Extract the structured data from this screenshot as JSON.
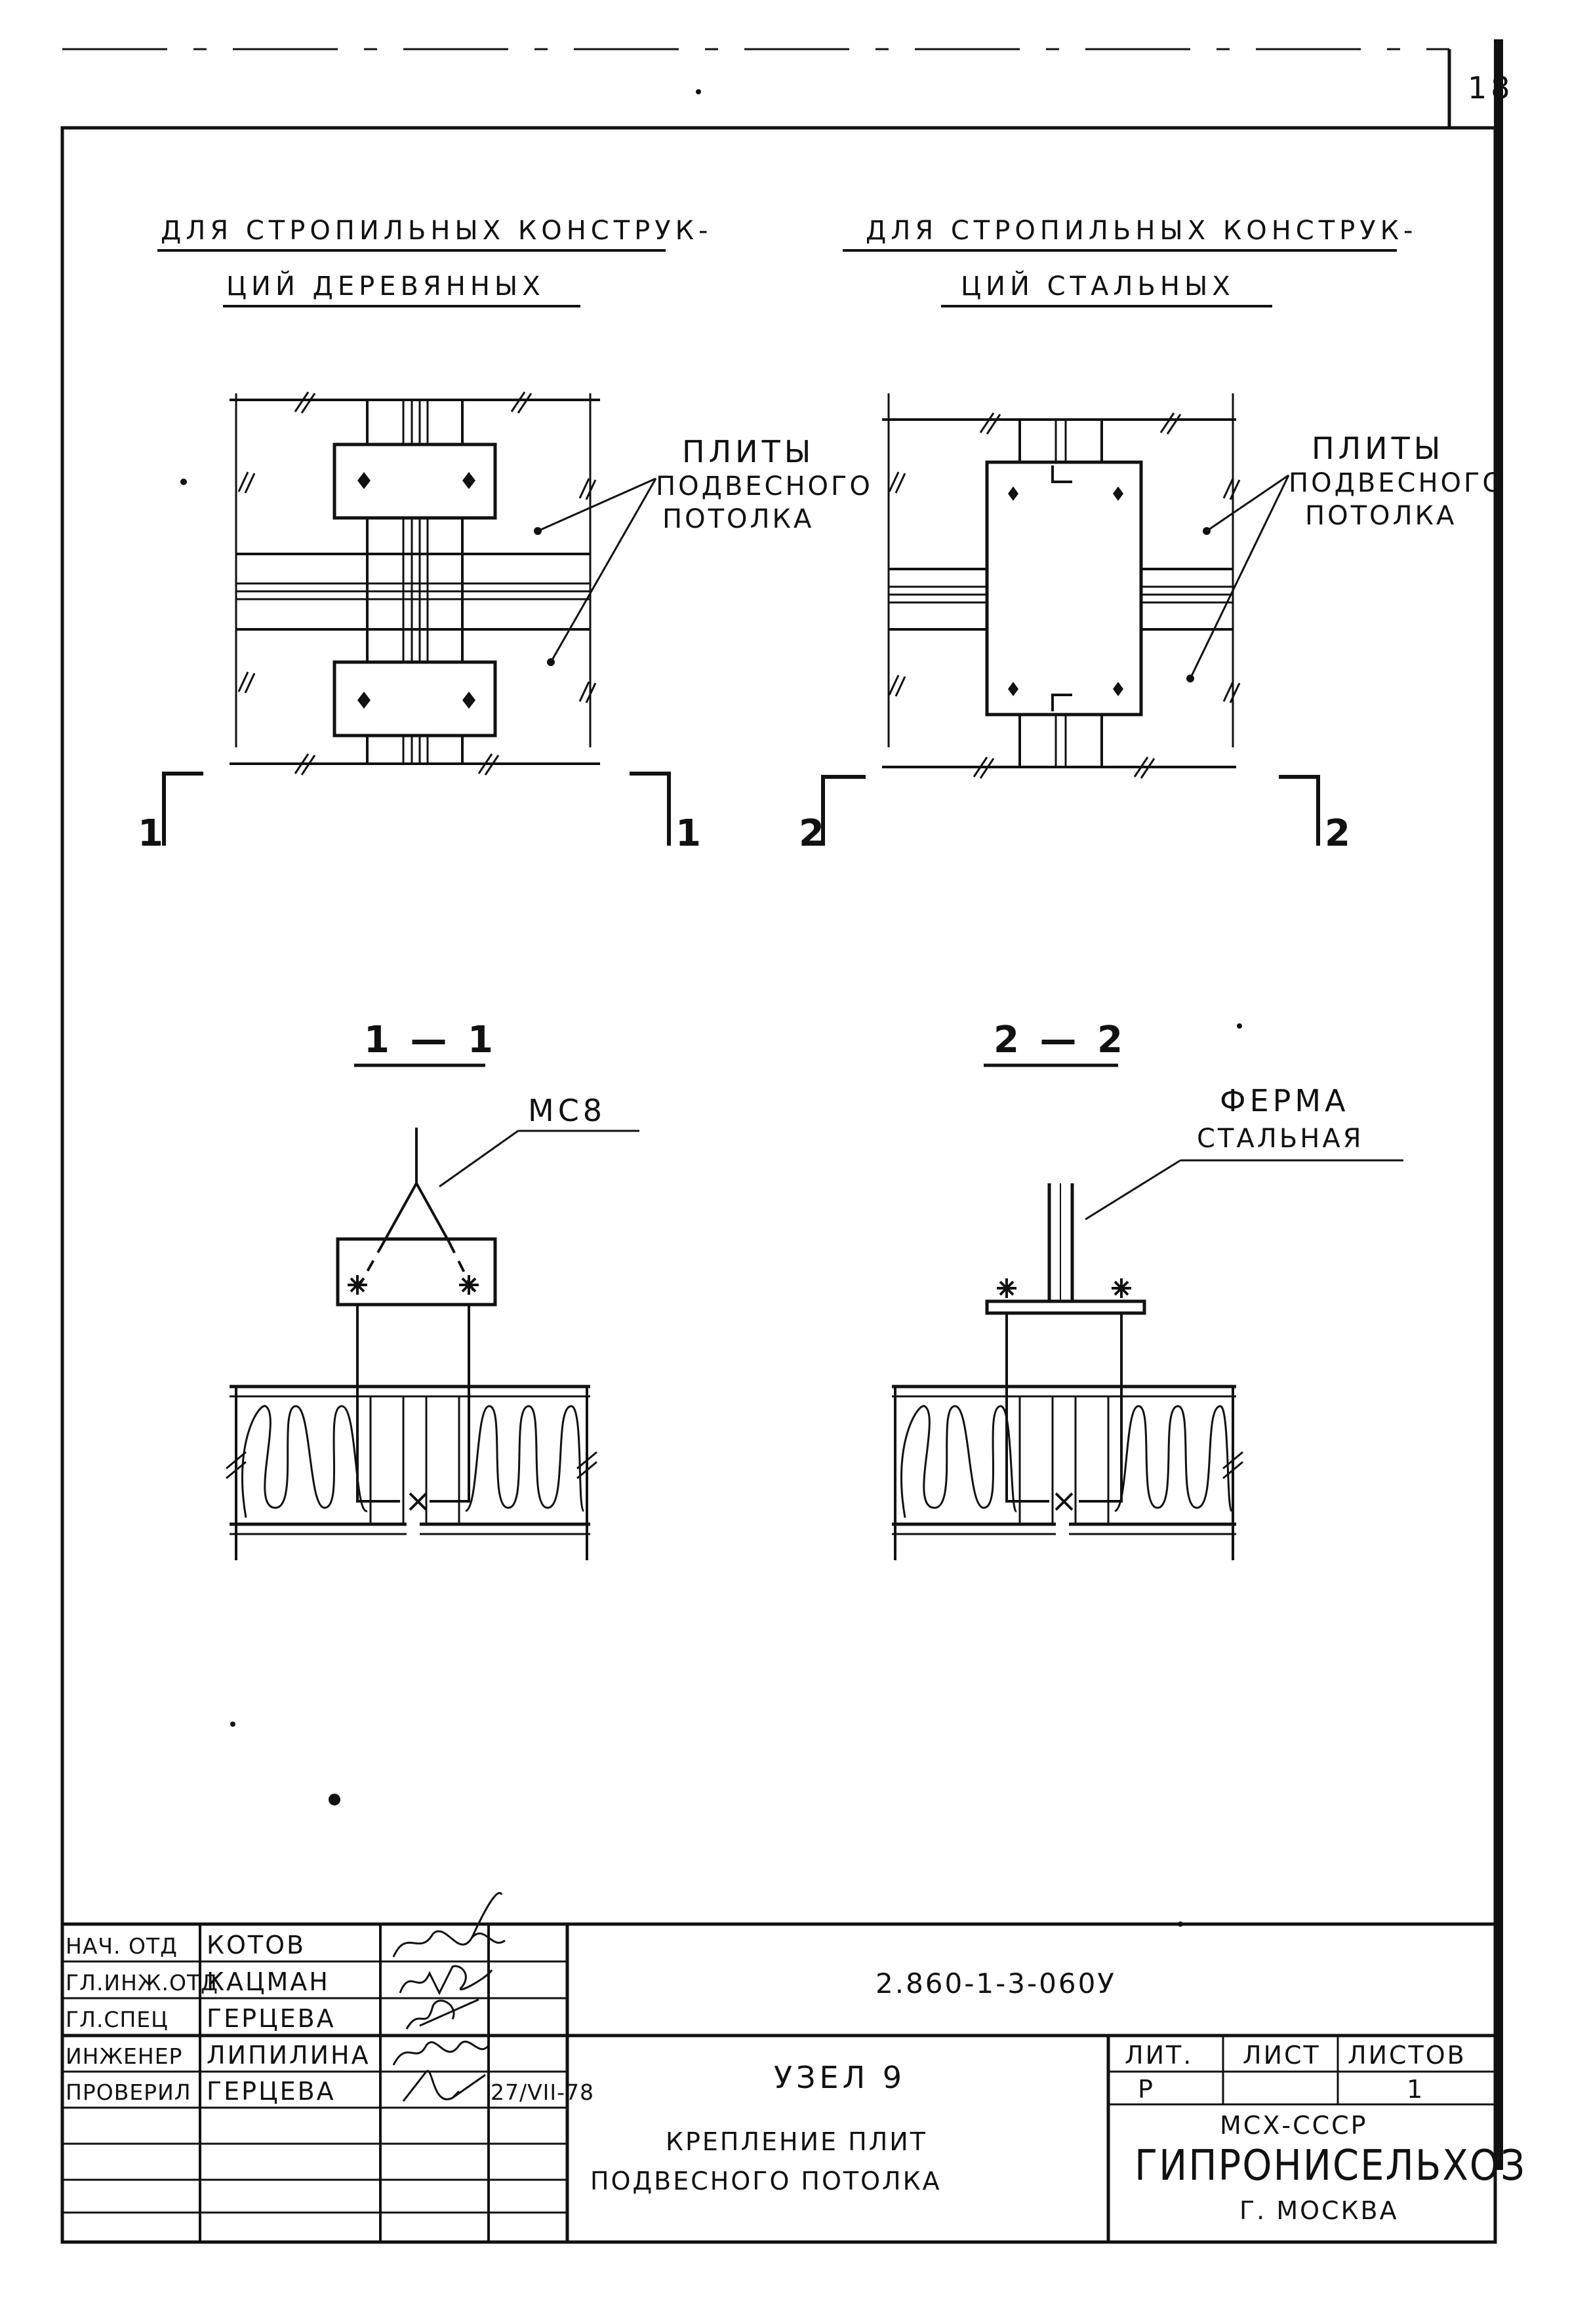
{
  "page_number": "18",
  "top_left": {
    "heading_line1": "ДЛЯ СТРОПИЛЬНЫХ КОНСТРУК-",
    "heading_line2": "ЦИЙ ДЕРЕВЯННЫХ",
    "callout": [
      "ПЛИТЫ",
      "ПОДВЕСНОГО",
      "ПОТОЛКА"
    ],
    "section_mark": "1"
  },
  "top_right": {
    "heading_line1": "ДЛЯ СТРОПИЛЬНЫХ КОНСТРУК-",
    "heading_line2": "ЦИЙ СТАЛЬНЫХ",
    "callout": [
      "ПЛИТЫ",
      "ПОДВЕСНОГО",
      "ПОТОЛКА"
    ],
    "section_mark": "2"
  },
  "section_1": {
    "title": "1 — 1",
    "label": "МС8"
  },
  "section_2": {
    "title": "2 — 2",
    "label_line1": "ФЕРМА",
    "label_line2": "СТАЛЬНАЯ"
  },
  "title_block": {
    "rows": [
      {
        "role": "НАЧ. ОТД",
        "name": "КОТОВ"
      },
      {
        "role": "ГЛ.ИНЖ.ОТД",
        "name": "КАЦМАН"
      },
      {
        "role": "ГЛ.СПЕЦ",
        "name": "ГЕРЦЕВА"
      },
      {
        "role": "ИНЖЕНЕР",
        "name": "ЛИПИЛИНА"
      },
      {
        "role": "ПРОВЕРИЛ",
        "name": "ГЕРЦЕВА"
      }
    ],
    "date": "27/VII-78",
    "doc_code": "2.860-1-3-060У",
    "node_title": "УЗЕЛ 9",
    "desc_line1": "КРЕПЛЕНИЕ ПЛИТ",
    "desc_line2": "ПОДВЕСНОГО ПОТОЛКА",
    "col_lit": "ЛИТ.",
    "col_sheet": "ЛИСТ",
    "col_sheets": "ЛИСТОВ",
    "lit_value": "Р",
    "sheets_value": "1",
    "ministry": "МСХ-СССР",
    "org": "ГИПРОНИСЕЛЬХОЗ",
    "city": "Г. МОСКВА"
  }
}
